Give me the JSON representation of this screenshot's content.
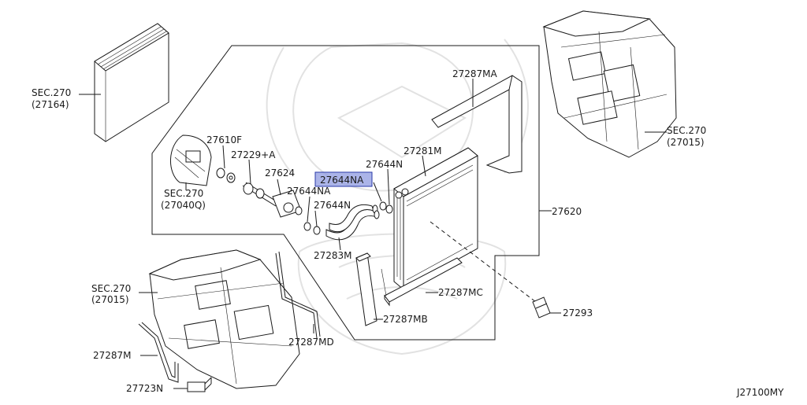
{
  "callouts": {
    "sec270_27164_a": "SEC.270",
    "sec270_27164_b": "(27164)",
    "sec270_27040q_a": "SEC.270",
    "sec270_27040q_b": "(27040Q)",
    "sec270_27015_right_a": "SEC.270",
    "sec270_27015_right_b": "(27015)",
    "sec270_27015_left_a": "SEC.270",
    "sec270_27015_left_b": "(27015)",
    "p27610f": "27610F",
    "p27229a": "27229+A",
    "p27624": "27624",
    "p27644na_left": "27644NA",
    "p27644na_highlight": "27644NA",
    "p27644n_top": "27644N",
    "p27644n_mid": "27644N",
    "p27281m": "27281M",
    "p27287ma": "27287MA",
    "p27620": "27620",
    "p27283m": "27283M",
    "p27287mc": "27287MC",
    "p27287mb": "27287MB",
    "p27293": "27293",
    "p27287md": "27287MD",
    "p27287m": "27287M",
    "p27723n": "27723N"
  },
  "diagram_code": "J27100MY",
  "highlight_color": "#8f9be0"
}
